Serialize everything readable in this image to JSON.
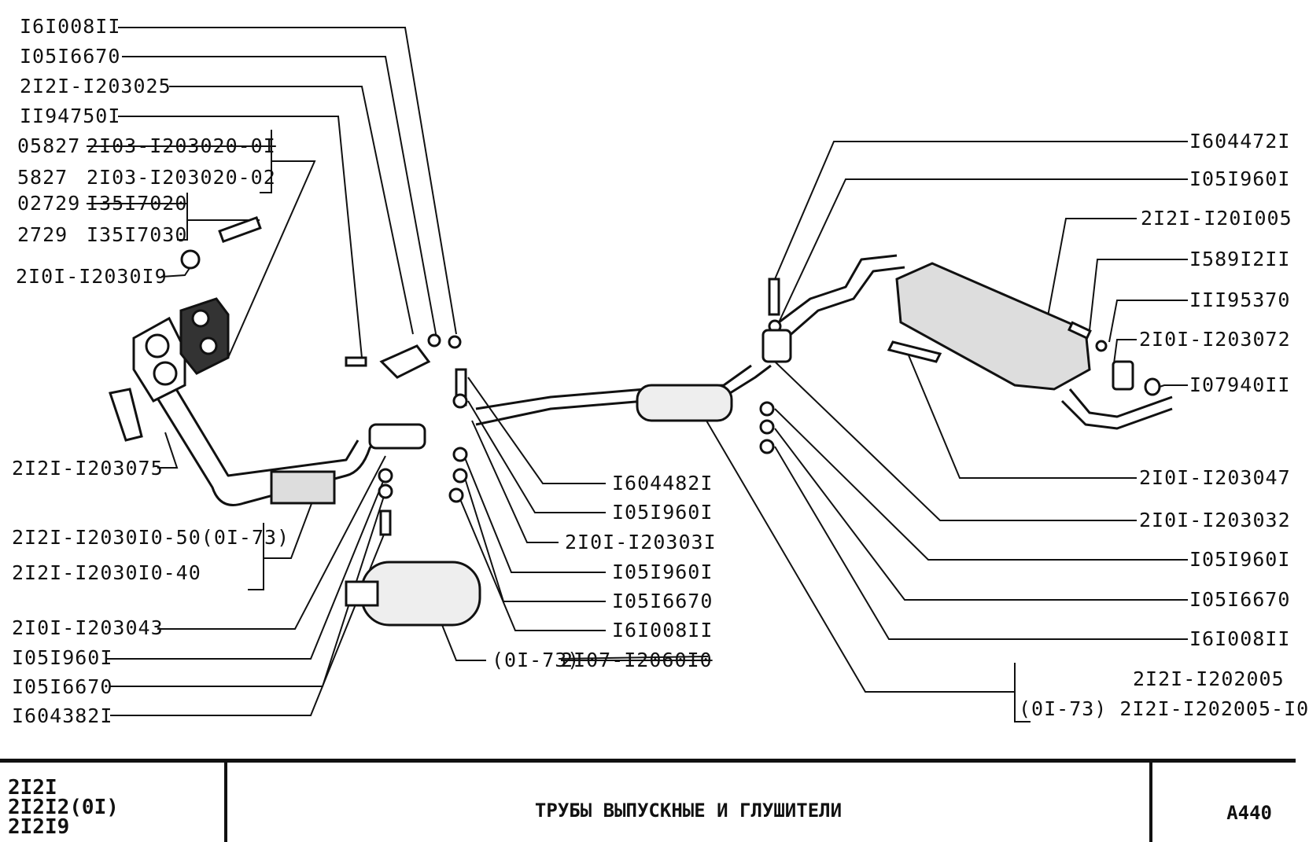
{
  "labels_left": [
    "I6I008II",
    "I05I6670",
    "2I2I-I203025",
    "II94750I",
    "05827",
    "2I03-I203020-0I",
    "5827",
    "2I03-I203020-02",
    "02729",
    "I35I7020",
    "2729",
    "I35I7030",
    "2I0I-I2030I9",
    "2I2I-I203075",
    "2I2I-I2030I0-50(0I-73)",
    "2I2I-I2030I0-40",
    "2I0I-I203043",
    "I05I960I",
    "I05I6670",
    "I604382I"
  ],
  "labels_center": [
    "I604482I",
    "I05I960I",
    "2I0I-I20303I",
    "I05I960I",
    "I05I6670",
    "I6I008II",
    "(0I-73)",
    "2I07-I2060I0"
  ],
  "labels_right": [
    "I604472I",
    "I05I960I",
    "2I2I-I20I005",
    "I589I2II",
    "III95370",
    "2I0I-I203072",
    "I07940II",
    "2I0I-I203047",
    "2I0I-I203032",
    "I05I960I",
    "I05I6670",
    "I6I008II",
    "2I2I-I202005",
    "(0I-73) 2I2I-I202005-I0"
  ],
  "footer": {
    "models": [
      "2I2I",
      "2I2I2(0I)",
      "2I2I9"
    ],
    "title": "ТРУБЫ ВЫПУСКНЫЕ И ГЛУШИТЕЛИ",
    "code": "A440"
  }
}
